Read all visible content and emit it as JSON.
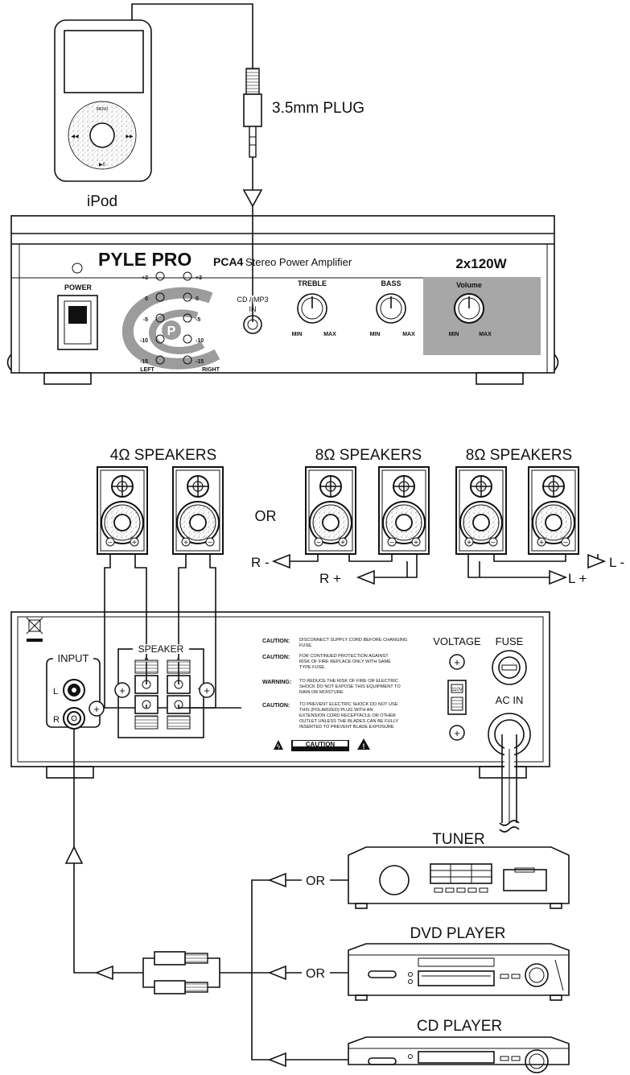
{
  "ipod": {
    "label": "iPod",
    "wheel_top": "MENU",
    "wheel_left": "◀◀",
    "wheel_right": "▶▶",
    "wheel_bottom": "▶II"
  },
  "plug_label": "3.5mm PLUG",
  "amp_front": {
    "brand": "PYLE PRO",
    "model": "PCA4",
    "description": "Stereo Power Amplifier",
    "power_rating": "2x120W",
    "power_label": "POWER",
    "input_label_line1": "CD / MP3",
    "input_label_line2": "IN",
    "treble_label": "TREBLE",
    "bass_label": "BASS",
    "volume_label": "Volume",
    "min_label": "MIN",
    "max_label": "MAX",
    "meter_levels": [
      "+3",
      "0",
      "-5",
      "-10",
      "-15"
    ],
    "meter_left": "LEFT",
    "meter_right": "RIGHT"
  },
  "speakers": {
    "group_4ohm": "4Ω SPEAKERS",
    "group_8ohm_a": "8Ω SPEAKERS",
    "group_8ohm_b": "8Ω SPEAKERS",
    "or_label": "OR",
    "r_minus": "R -",
    "r_plus": "R +",
    "l_plus": "L +",
    "l_minus": "L -"
  },
  "amp_rear": {
    "input_label": "INPUT",
    "input_l": "L",
    "input_r": "R",
    "speaker_label": "SPEAKER",
    "speaker_r": "R",
    "speaker_l": "L",
    "plus": "+",
    "caution1_head": "CAUTION:",
    "caution1_text": "DISCONNECT SUPPLY CORD BEFORE CHANGING FUSE.",
    "caution2_head": "CAUTION:",
    "caution2_text": "FOR CONTINUED PROTECTION AGAINST RISK OF FIRE REPLACE ONLY WITH SAME TYPE FUSE.",
    "warning_head": "WARNING:",
    "warning_text": "TO REDUCE THE RISK OF FIRE OR ELECTRIC SHOCK DO NOT EXPOSE THIS EQUIPMENT TO RAIN OR MOISTURE.",
    "caution3_head": "CAUTION:",
    "caution3_text": "TO PREVENT ELECTRIC SHOCK DO NOT USE THIS (POLARIZED) PLUG WITH AN EXTENSION CORD RECEPTACLE OR OTHER OUTLET UNLESS THE BLADES CAN BE FULLY INSERTED TO PREVENT BLADE EXPOSURE",
    "caution_banner": "CAUTION",
    "voltage_label": "VOLTAGE",
    "voltage_value": "110V",
    "fuse_label": "FUSE",
    "ac_in_label": "AC IN"
  },
  "sources": {
    "tuner": "TUNER",
    "dvd": "DVD PLAYER",
    "cd": "CD PLAYER",
    "or_label": "OR"
  }
}
